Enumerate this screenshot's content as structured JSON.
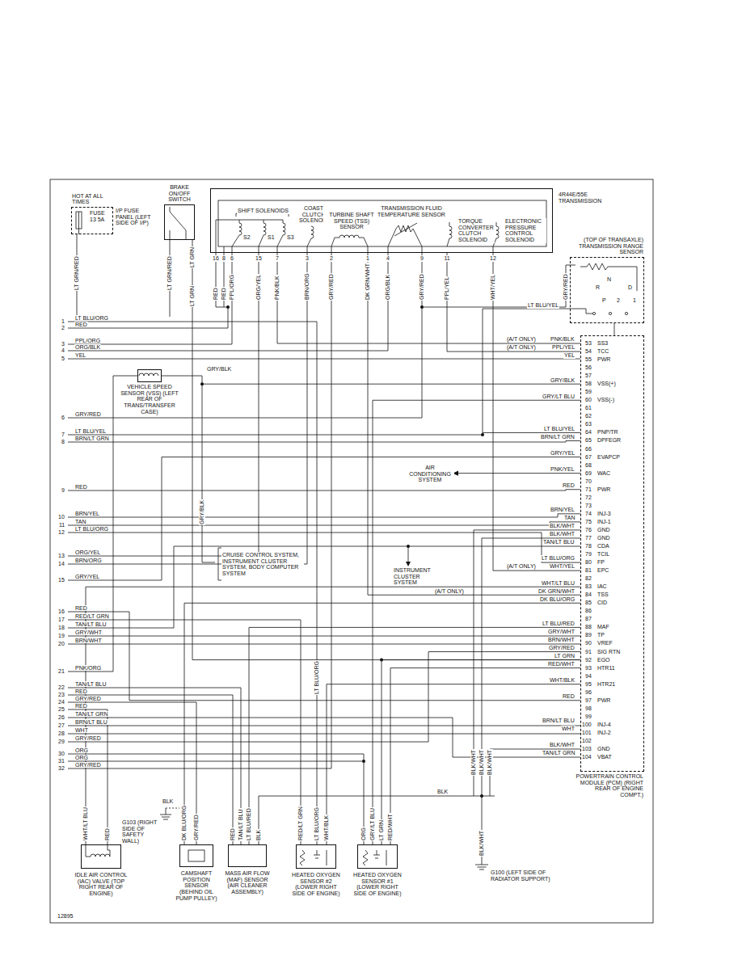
{
  "diagram": {
    "nodes": [
      {
        "text": [
          "4R44E/55E TRANSMISSION"
        ]
      },
      {
        "text": [
          "HOT AT ALL TIMES",
          "FUSE 13 5A",
          "I/P FUSE PANEL (LEFT SIDE OF I/P)"
        ]
      },
      {
        "text": [
          "BRAKE ON/OFF SWITCH"
        ]
      },
      {
        "text": [
          "(TOP OF TRANSAXLE) TRANSMISSION RANGE SENSOR"
        ]
      },
      {
        "text": [
          "VEHICLE SPEED SENSOR (VSS) (LEFT REAR OF TRANS/TRANSFER CASE)"
        ]
      },
      {
        "text": [
          "POWERTRAIN CONTROL MODULE (PCM) (RIGHT REAR OF ENGINE COMPT.)"
        ]
      },
      {
        "text": [
          "IDLE AIR CONTROL (IAC) VALVE (TOP RIGHT REAR OF ENGINE)"
        ]
      },
      {
        "text": [
          "CAMSHAFT POSITION SENSOR (BEHIND OIL PUMP PULLEY)"
        ]
      },
      {
        "text": [
          "MASS AIR FLOW (MAF) SENSOR (AIR CLEANER ASSEMBLY)"
        ]
      },
      {
        "text": [
          "HEATED OXYGEN SENSOR #2 (LOWER RIGHT SIDE OF ENGINE)"
        ]
      },
      {
        "text": [
          "HEATED OXYGEN SENSOR #1 (LOWER RIGHT SIDE OF ENGINE)"
        ]
      }
    ],
    "edges": [
      {
        "from": 6,
        "to": 5,
        "arrow": "none"
      },
      {
        "from": 7,
        "to": 5,
        "arrow": "none"
      },
      {
        "from": 8,
        "to": 5,
        "arrow": "none"
      },
      {
        "from": 9,
        "to": 5,
        "arrow": "none"
      },
      {
        "from": 10,
        "to": 5,
        "arrow": "none"
      },
      {
        "from": 4,
        "to": 5,
        "arrow": "none"
      },
      {
        "from": 0,
        "to": 5,
        "arrow": "none"
      },
      {
        "from": 3,
        "to": 5,
        "arrow": "none"
      }
    ],
    "labels": [
      "SHIFT SOLENOIDS",
      "S2",
      "S1",
      "S3",
      "COAST CLUTCH SOLENOID",
      "TURBINE SHAFT SPEED (TSS) SENSOR",
      "TRANSMISSION FLUID TEMPERATURE SENSOR",
      "TORQUE CONVERTER CLUTCH SOLENOID",
      "ELECTRONIC PRESSURE CONTROL SOLENOID",
      "16",
      "RED",
      "8",
      "RED",
      "6",
      "PPL/ORG",
      "15",
      "ORG/YEL",
      "7",
      "PNK/BLK",
      "3",
      "BRN/ORG",
      "2",
      "GRY/RED",
      "1",
      "DK GRN/WHT",
      "4",
      "ORG/BLK",
      "9",
      "GRY/RED",
      "11",
      "PPL/YEL",
      "12",
      "WHT/YEL",
      "LT GRN/RED",
      "LT GRN/RED",
      "LT GRN",
      "LT GRN",
      "GRY/RED",
      "R",
      "N",
      "D",
      "P",
      "2",
      "1",
      "LT BLU/YEL",
      "GRY/BLK",
      "1",
      "LT BLU/ORG",
      "2",
      "RED",
      "3",
      "PPL/ORG",
      "4",
      "ORG/BLK",
      "5",
      "YEL",
      "6",
      "GRY/RED",
      "7",
      "LT BLU/YEL",
      "8",
      "BRN/LT GRN",
      "9",
      "RED",
      "10",
      "BRN/YEL",
      "11",
      "TAN",
      "12",
      "LT BLU/ORG",
      "13",
      "ORG/YEL",
      "14",
      "BRN/ORG",
      "15",
      "GRY/YEL",
      "16",
      "RED",
      "17",
      "RED/LT GRN",
      "18",
      "TAN/LT BLU",
      "19",
      "GRY/WHT",
      "20",
      "BRN/WHT",
      "21",
      "PNK/ORG",
      "22",
      "TAN/LT BLU",
      "23",
      "RED",
      "24",
      "GRY/RED",
      "25",
      "RED",
      "26",
      "TAN/LT GRN",
      "27",
      "BRN/LT BLU",
      "28",
      "WHT",
      "29",
      "GRY/RED",
      "30",
      "ORG",
      "31",
      "ORG",
      "32",
      "GRY/RED",
      "GRY/BLK",
      "CRUISE CONTROL SYSTEM, INSTRUMENT CLUSTER SYSTEM, BODY COMPUTER SYSTEM",
      "AIR CONDITIONING SYSTEM",
      "INSTRUMENT CLUSTER SYSTEM",
      "LT BLU/ORG",
      "53",
      "PNK/BLK",
      "(A/T ONLY)",
      "SS3",
      "54",
      "PPL/YEL",
      "(A/T ONLY)",
      "TCC",
      "55",
      "YEL",
      "PWR",
      "56",
      "57",
      "58",
      "GRY/BLK",
      "VSS(+)",
      "59",
      "60",
      "GRY/LT BLU",
      "VSS(-)",
      "61",
      "62",
      "63",
      "64",
      "LT BLU/YEL",
      "PNP/TR",
      "65",
      "BRN/LT GRN",
      "DPFEGR",
      "66",
      "67",
      "GRY/YEL",
      "EVAPCP",
      "68",
      "69",
      "PNK/YEL",
      "WAC",
      "70",
      "71",
      "RED",
      "PWR",
      "72",
      "73",
      "74",
      "BRN/YEL",
      "INJ-3",
      "75",
      "TAN",
      "INJ-1",
      "76",
      "BLK/WHT",
      "GND",
      "77",
      "BLK/WHT",
      "GND",
      "78",
      "TAN/LT BLU",
      "CDA",
      "79",
      "TCIL",
      "80",
      "LT BLU/ORG",
      "FP",
      "81",
      "WHT/YEL",
      "(A/T ONLY)",
      "EPC",
      "82",
      "83",
      "WHT/LT BLU",
      "IAC",
      "84",
      "DK GRN/WHT",
      "(A/T ONLY)",
      "TSS",
      "85",
      "DK BLU/ORG",
      "CID",
      "86",
      "87",
      "88",
      "LT BLU/RED",
      "MAF",
      "89",
      "GRY/WHT",
      "TP",
      "90",
      "BRN/WHT",
      "VREF",
      "91",
      "GRY/RED",
      "SIG RTN",
      "92",
      "LT GRN",
      "EGO",
      "93",
      "RED/WHT",
      "HTR11",
      "94",
      "95",
      "WHT/BLK",
      "HTR21",
      "96",
      "97",
      "RED",
      "PWR",
      "98",
      "99",
      "100",
      "BRN/LT BLU",
      "INJ-4",
      "101",
      "WHT",
      "INJ-2",
      "102",
      "103",
      "BLK/WHT",
      "GND",
      "104",
      "TAN/LT GRN",
      "VBAT",
      "BLK",
      "G103 (RIGHT SIDE OF SAFETY WALL)",
      "WHT/LT BLU",
      "RED",
      "DK BLU/ORG",
      "GRY/RED",
      "RED",
      "TAN/LT BLU",
      "LT BLU/RED",
      "BLK",
      "RED/LT GRN",
      "LT BLU/ORG",
      "WHT/BLK",
      "ORG",
      "GRY/LT BLU",
      "LT GRN",
      "RED/WHT",
      "BLK/WHT",
      "BLK/WHT",
      "BLK/WHT",
      "BLK/WHT",
      "BLK",
      "G100 (LEFT SIDE OF RADIATOR SUPPORT)",
      "12895"
    ]
  }
}
